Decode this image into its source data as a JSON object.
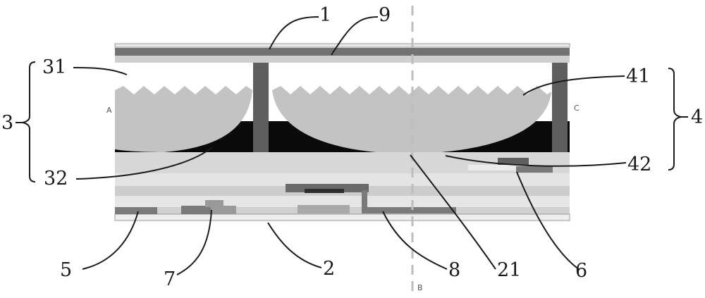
{
  "labels": {
    "l1": "1",
    "l9": "9",
    "l31": "31",
    "l3": "3",
    "l32": "32",
    "l41": "41",
    "l4": "4",
    "l42": "42",
    "l5": "5",
    "l7": "7",
    "l2": "2",
    "l8": "8",
    "l21": "21",
    "l6": "6",
    "mark_a": "A",
    "mark_c": "C",
    "mark_b": "B"
  },
  "colors": {
    "layer_dark": "#6e6e6e",
    "layer_light": "#d6d6d6",
    "lens_fill": "#c3c3c3",
    "black_layer": "#0a0a0a",
    "spacer": "#5e5e5e",
    "substrate": "#dcdcdc",
    "electrode": "#7a7a7a",
    "dashed_line": "#bdbdbd"
  }
}
